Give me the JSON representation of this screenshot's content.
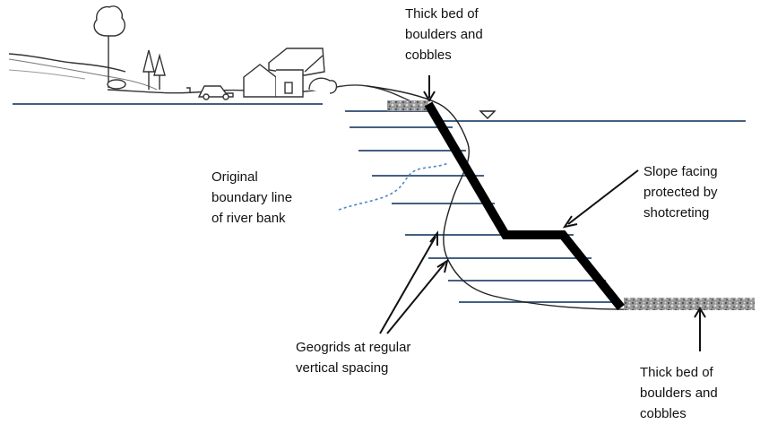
{
  "labels": {
    "top_bed": [
      "Thick bed of",
      "boulders and",
      "cobbles"
    ],
    "original_boundary": [
      "Original",
      "boundary line",
      "of river bank"
    ],
    "slope_facing": [
      "Slope facing",
      "protected by",
      "shotcreting"
    ],
    "geogrids": [
      "Geogrids at regular",
      "vertical spacing"
    ],
    "bottom_bed": [
      "Thick bed of",
      "boulders and",
      "cobbles"
    ]
  },
  "icons": {
    "water_level": "water-level-triangle",
    "landscape": "trees-houses-car",
    "gravel": "boulder-cobble-bed"
  },
  "colors": {
    "water_line": "#2a4a6e",
    "geogrid": "#2a4a6e",
    "boundary": "#4a86c8",
    "shotcrete": "#000000",
    "gravel": "#8a8a8a"
  }
}
